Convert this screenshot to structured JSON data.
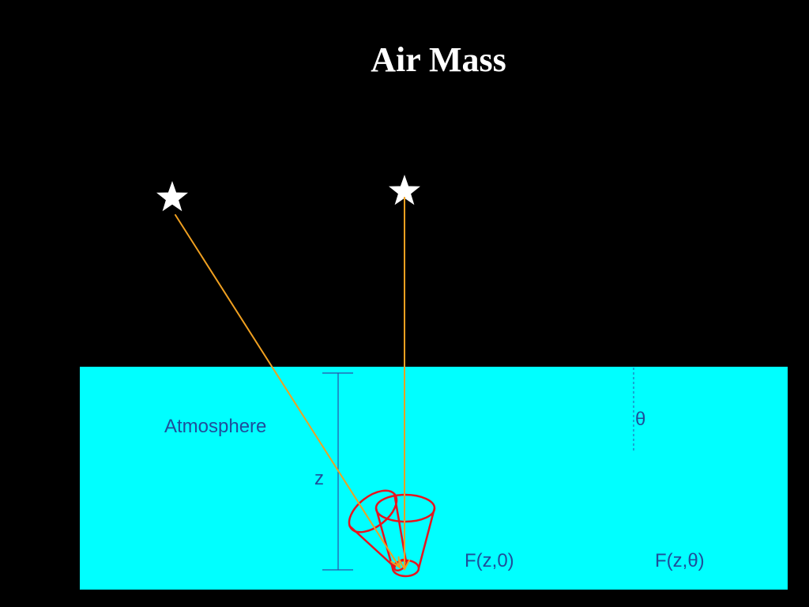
{
  "title": "Air Mass",
  "labels": {
    "atmosphere": "Atmosphere",
    "z": "z",
    "theta": "θ",
    "flux_zenith": "F(z,0)",
    "flux_angle": "F(z,θ)"
  },
  "colors": {
    "background": "#000000",
    "atmosphere": "#00ffff",
    "label_text": "#1f4e9a",
    "ray": "#f0a020",
    "telescope": "#e8131e",
    "star": "#ffffff",
    "title": "#ffffff"
  },
  "icons": {
    "star": "star-icon",
    "telescope": "telescope-icon"
  }
}
